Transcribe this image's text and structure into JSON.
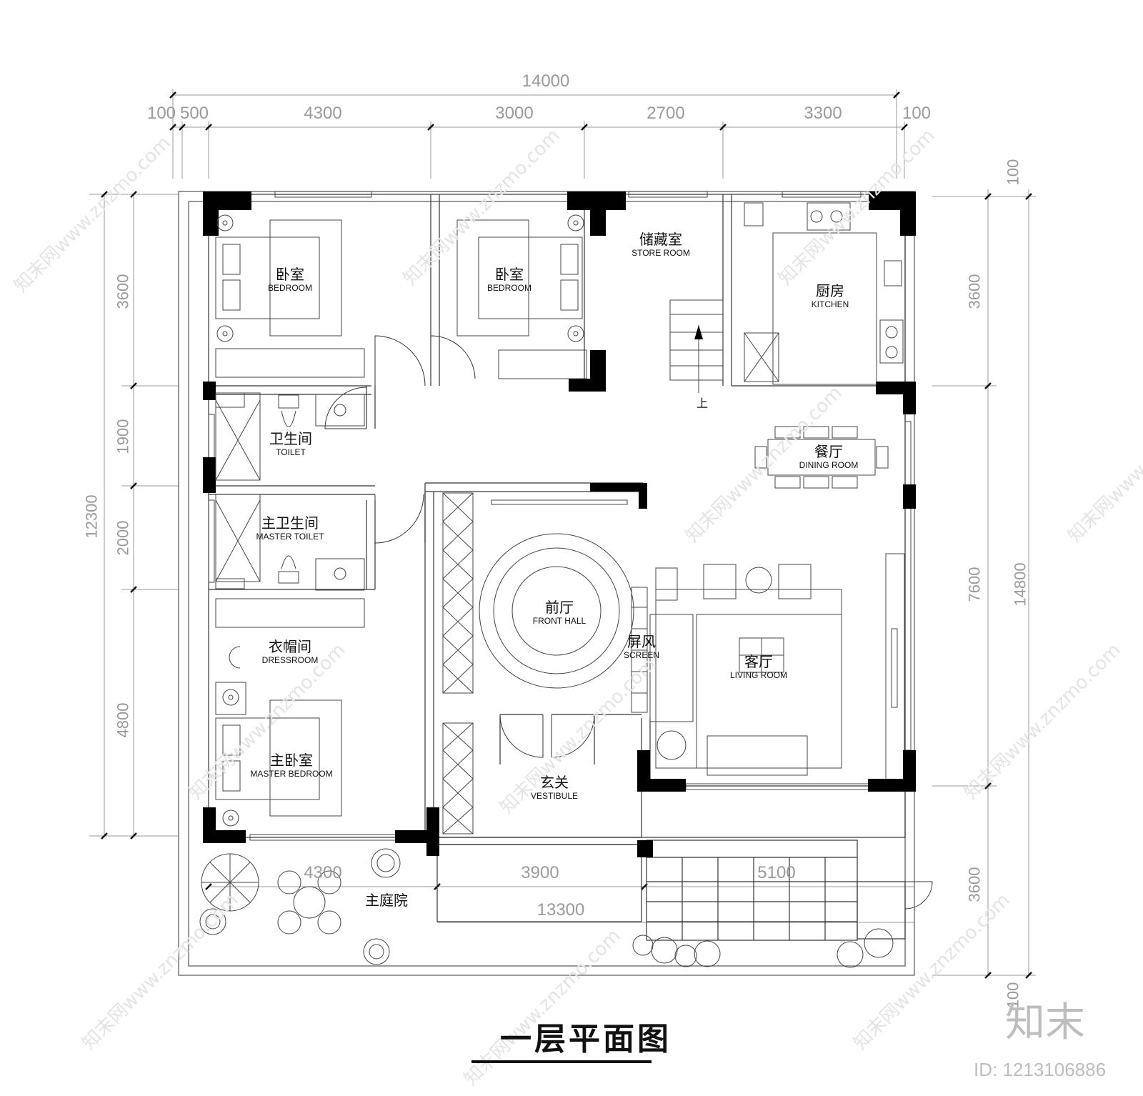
{
  "title": "一层平面图",
  "watermark": "知末网www.znzmo.com",
  "logo": "知末",
  "image_id": "ID: 1213106886",
  "rooms": {
    "bedroom1": {
      "zh": "卧室",
      "en": "BEDROOM"
    },
    "bedroom2": {
      "zh": "卧室",
      "en": "BEDROOM"
    },
    "store": {
      "zh": "储藏室",
      "en": "STORE ROOM"
    },
    "kitchen": {
      "zh": "厨房",
      "en": "KITCHEN"
    },
    "toilet": {
      "zh": "卫生间",
      "en": "TOILET"
    },
    "dining": {
      "zh": "餐厅",
      "en": "DINING ROOM"
    },
    "master_toilet": {
      "zh": "主卫生间",
      "en": "MASTER TOILET"
    },
    "front_hall": {
      "zh": "前厅",
      "en": "FRONT HALL"
    },
    "screen": {
      "zh": "屏风",
      "en": "SCREEN"
    },
    "living": {
      "zh": "客厅",
      "en": "LIVING ROOM"
    },
    "dressroom": {
      "zh": "衣帽间",
      "en": "DRESSROOM"
    },
    "master_bedroom": {
      "zh": "主卧室",
      "en": "MASTER BEDROOM"
    },
    "vestibule": {
      "zh": "玄关",
      "en": "VESTIBULE"
    },
    "courtyard": {
      "zh": "主庭院"
    }
  },
  "stair_label": "上",
  "dimensions": {
    "top_total": "14000",
    "top_segments": [
      "100",
      "500",
      "4300",
      "3000",
      "2700",
      "3300",
      "100"
    ],
    "left_total": "12300",
    "left_segments": [
      "3600",
      "1900",
      "2000",
      "4800"
    ],
    "right_total": "14800",
    "right_segments": [
      "100",
      "3600",
      "7600",
      "3600",
      "100"
    ],
    "bottom_inner": [
      "4300",
      "3900",
      "5100"
    ],
    "bottom_total": "13300"
  }
}
